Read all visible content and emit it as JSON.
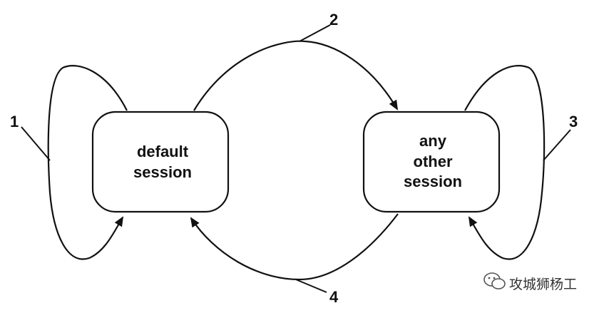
{
  "diagram": {
    "nodes": {
      "default": {
        "lines": [
          "default",
          "session"
        ]
      },
      "other": {
        "lines": [
          "any",
          "other",
          "session"
        ]
      }
    },
    "transitions": [
      {
        "id": "1",
        "label": "1",
        "from": "default session",
        "to": "default session"
      },
      {
        "id": "2",
        "label": "2",
        "from": "default session",
        "to": "any other session"
      },
      {
        "id": "3",
        "label": "3",
        "from": "any other session",
        "to": "any other session"
      },
      {
        "id": "4",
        "label": "4",
        "from": "any other session",
        "to": "default session"
      }
    ]
  },
  "watermark": {
    "text": "攻城狮杨工",
    "icon": "wechat-icon"
  },
  "colors": {
    "stroke": "#111111",
    "background": "#ffffff"
  }
}
